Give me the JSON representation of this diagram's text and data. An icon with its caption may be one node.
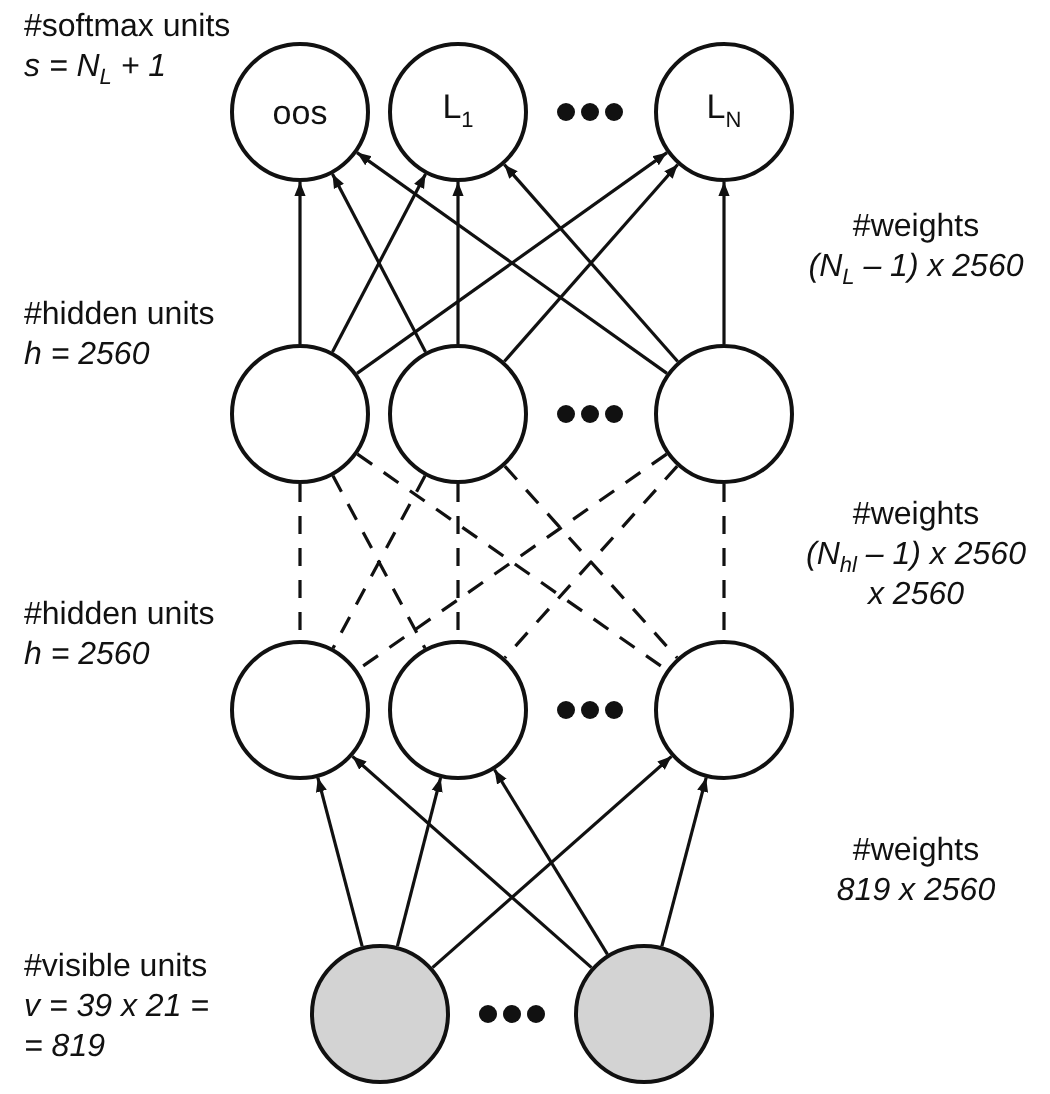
{
  "diagram": {
    "nodes": [
      {
        "text": [
          "oos"
        ]
      },
      {
        "text": [
          "L$_{1}$"
        ]
      },
      {
        "text": [
          "L$_{N}$"
        ]
      },
      {
        "text": [],
        "shape": "circle"
      },
      {
        "text": [],
        "shape": "circle"
      },
      {
        "text": [],
        "shape": "circle"
      },
      {
        "text": [],
        "shape": "circle"
      },
      {
        "text": [],
        "shape": "circle"
      },
      {
        "text": [],
        "shape": "circle"
      },
      {
        "text": [],
        "shape": "circle"
      },
      {
        "text": [],
        "shape": "circle"
      }
    ],
    "edges": [
      {
        "from": 3,
        "to": 0,
        "arrow": "to"
      },
      {
        "from": 4,
        "to": 0,
        "arrow": "to"
      },
      {
        "from": 5,
        "to": 0,
        "arrow": "to"
      },
      {
        "from": 3,
        "to": 1,
        "arrow": "to"
      },
      {
        "from": 4,
        "to": 1,
        "arrow": "to"
      },
      {
        "from": 5,
        "to": 1,
        "arrow": "to"
      },
      {
        "from": 3,
        "to": 2,
        "arrow": "to"
      },
      {
        "from": 4,
        "to": 2,
        "arrow": "to"
      },
      {
        "from": 5,
        "to": 2,
        "arrow": "to"
      },
      {
        "from": 3,
        "to": 6,
        "arrow": "none",
        "style": "dashed"
      },
      {
        "from": 3,
        "to": 7,
        "arrow": "none",
        "style": "dashed"
      },
      {
        "from": 3,
        "to": 8,
        "arrow": "none",
        "style": "dashed"
      },
      {
        "from": 4,
        "to": 6,
        "arrow": "none",
        "style": "dashed"
      },
      {
        "from": 4,
        "to": 7,
        "arrow": "none",
        "style": "dashed"
      },
      {
        "from": 4,
        "to": 8,
        "arrow": "none",
        "style": "dashed"
      },
      {
        "from": 5,
        "to": 6,
        "arrow": "none",
        "style": "dashed"
      },
      {
        "from": 5,
        "to": 7,
        "arrow": "none",
        "style": "dashed"
      },
      {
        "from": 5,
        "to": 8,
        "arrow": "none",
        "style": "dashed"
      },
      {
        "from": 9,
        "to": 6,
        "arrow": "to"
      },
      {
        "from": 9,
        "to": 7,
        "arrow": "to"
      },
      {
        "from": 9,
        "to": 8,
        "arrow": "to"
      },
      {
        "from": 10,
        "to": 6,
        "arrow": "to"
      },
      {
        "from": 10,
        "to": 7,
        "arrow": "to"
      },
      {
        "from": 10,
        "to": 8,
        "arrow": "to"
      }
    ],
    "labels": [
      "#softmax units",
      "s = N$_{L}$ + 1",
      "#weights",
      "(N$_{L}$ – 1) x 2560",
      "#hidden units",
      "h = 2560",
      "#weights",
      "(N$_{hl}$ – 1) x 2560 x 2560",
      "#hidden units",
      "h = 2560",
      "#weights",
      "819 x 2560",
      "#visible units",
      "v = 39 x 21 = = 819"
    ]
  }
}
